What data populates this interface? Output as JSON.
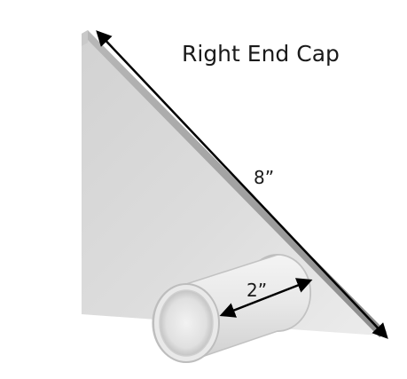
{
  "title": "Right End Cap",
  "dimensions": {
    "hypotenuse_label": "8”",
    "tube_label": "2”"
  },
  "colors": {
    "plate_face": "#d9d9d9",
    "plate_edge": "#9a9a9a",
    "tube": "#e6e6e6",
    "arrow": "#000000",
    "text": "#1a1a1a"
  }
}
